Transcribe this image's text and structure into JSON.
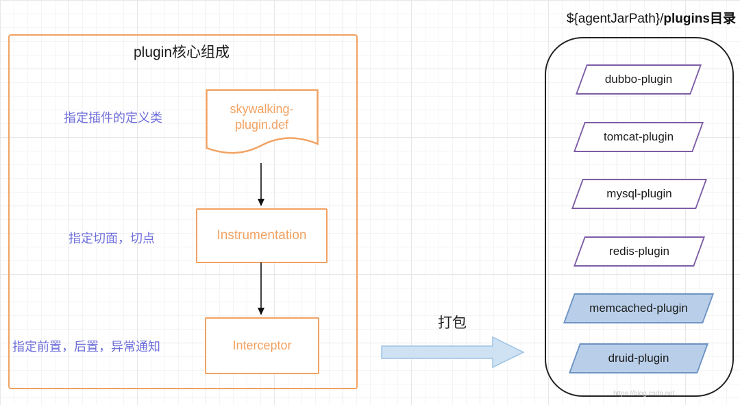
{
  "left_panel": {
    "title": "plugin核心组成",
    "labels": [
      "指定插件的定义类",
      "指定切面，切点",
      "指定前置，后置，异常通知"
    ],
    "nodes": {
      "definition": "skywalking-plugin.def",
      "instrumentation": "Instrumentation",
      "interceptor": "Interceptor"
    }
  },
  "package_arrow": {
    "label": "打包"
  },
  "right_panel": {
    "title": {
      "prefix": "${agentJarPath}/",
      "bold": "plugins",
      "suffix": "目录"
    },
    "items": [
      {
        "label": "dubbo-plugin",
        "variant": "purple"
      },
      {
        "label": "tomcat-plugin",
        "variant": "purple"
      },
      {
        "label": "mysql-plugin",
        "variant": "purple"
      },
      {
        "label": "redis-plugin",
        "variant": "purple"
      },
      {
        "label": "memcached-plugin",
        "variant": "blue"
      },
      {
        "label": "druid-plugin",
        "variant": "blue"
      }
    ]
  },
  "watermark": "https://blog.csdn.net",
  "colors": {
    "orange": "#F2A262",
    "blue_label": "#6E6EDB",
    "purple_border": "#7D5DA6",
    "blue_fill": "#B9CFE9",
    "blue_border": "#6F94C4",
    "arrow_fill": "#CFE2F3",
    "arrow_border": "#9CC3E5"
  }
}
